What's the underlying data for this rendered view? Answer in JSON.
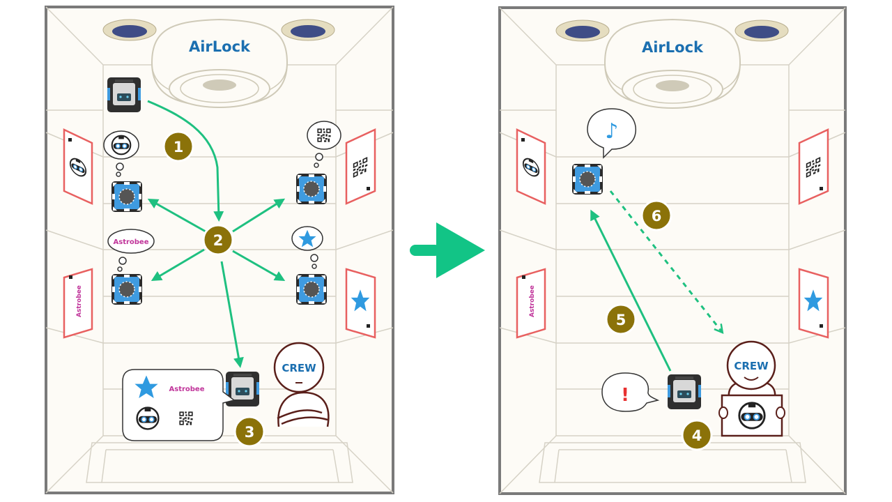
{
  "colors": {
    "frame": "#7a7a7a",
    "wall": "#fdfbf6",
    "line": "#d6d2c6",
    "arrow": "#1ec080",
    "badge": "#8b7209",
    "blue": "#2f9ae0",
    "poster": "#e86060",
    "magenta": "#c0349a",
    "navy": "#1b6fb0"
  },
  "left_panel": {
    "airlock_label": "AirLock",
    "steps": [
      "1",
      "2",
      "3"
    ],
    "thought_bubbles": [
      "astrobee-face-icon",
      "qr-code-icon",
      "Astrobee",
      "star-icon"
    ],
    "crew_label": "CREW",
    "result_bubble": {
      "astrobee_label": "Astrobee",
      "icons": [
        "star-icon",
        "astrobee-face-icon",
        "qr-code-icon"
      ]
    },
    "posters": [
      "astrobee-face-icon",
      "qr-code-icon",
      "Astrobee",
      "star-icon"
    ]
  },
  "right_panel": {
    "airlock_label": "AirLock",
    "steps": [
      "4",
      "5",
      "6"
    ],
    "music_bubble": "♪",
    "alert_bubble": "!",
    "crew_label": "CREW",
    "posters": [
      "astrobee-face-icon",
      "qr-code-icon",
      "Astrobee",
      "star-icon"
    ]
  }
}
